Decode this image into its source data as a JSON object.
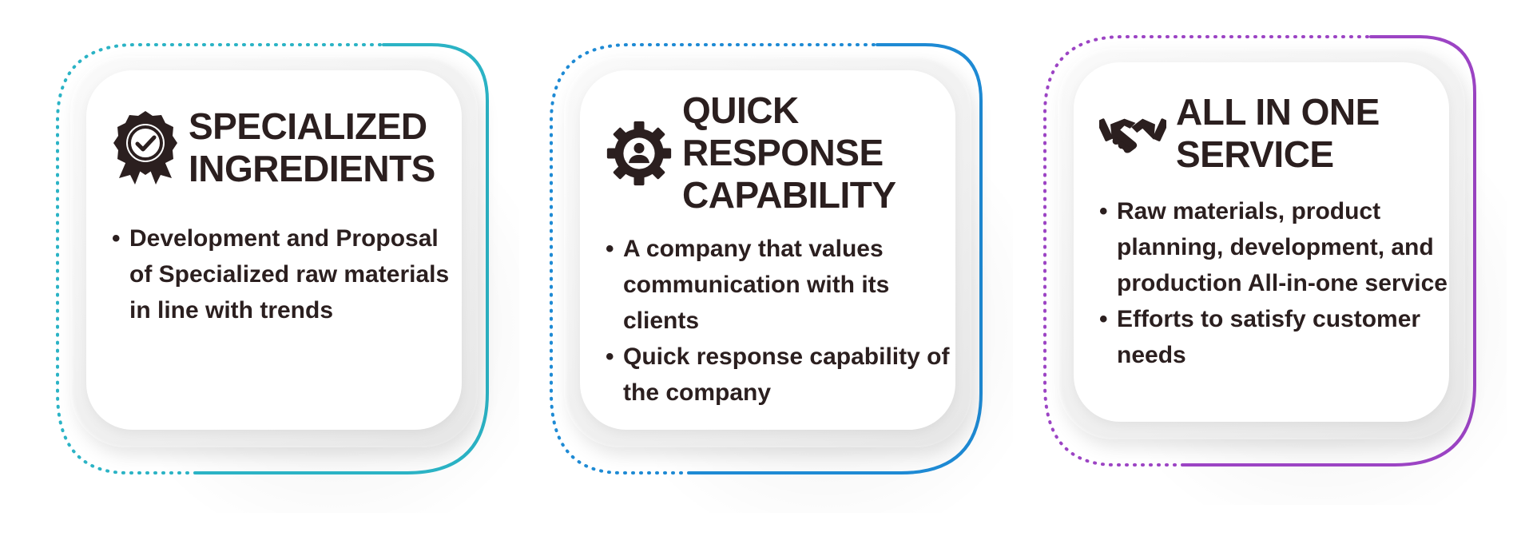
{
  "colors": {
    "text": "#2b1f1f",
    "card1_accent": "#2bb3c5",
    "card2_accent": "#1e8ad4",
    "card3_accent": "#9c44c4"
  },
  "cards": [
    {
      "icon": "badge-check-icon",
      "title": "SPECIALIZED\nINGREDIENTS",
      "bullets": [
        "Development and Proposal of Specialized raw materials in line with trends"
      ]
    },
    {
      "icon": "gear-person-icon",
      "title": "QUICK\nRESPONSE\nCAPABILITY",
      "bullets": [
        "A company that values communication with its clients",
        "Quick response capability of the company"
      ]
    },
    {
      "icon": "handshake-icon",
      "title": "ALL IN ONE\nSERVICE",
      "bullets": [
        "Raw materials, product planning, development, and production All-in-one service",
        "Efforts to satisfy customer needs"
      ]
    }
  ]
}
